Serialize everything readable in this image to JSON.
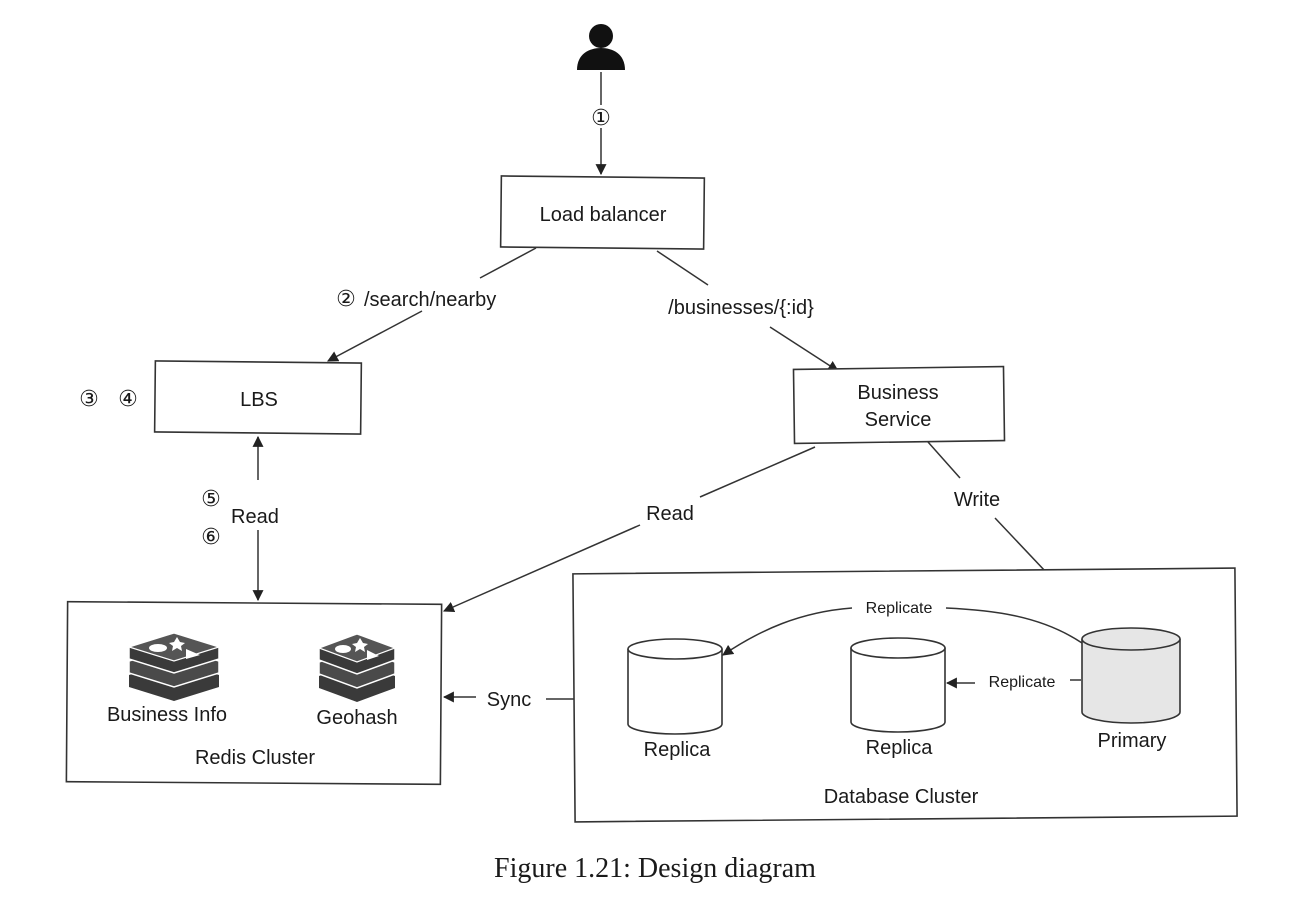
{
  "step_markers": {
    "one": "①",
    "two": "②",
    "three": "③",
    "four": "④",
    "five": "⑤",
    "six": "⑥"
  },
  "nodes": {
    "user": "",
    "load_balancer": "Load balancer",
    "lbs": "LBS",
    "business_service_line1": "Business",
    "business_service_line2": "Service",
    "business_info": "Business Info",
    "geohash": "Geohash",
    "redis_cluster": "Redis Cluster",
    "database_cluster": "Database Cluster",
    "replica_left": "Replica",
    "replica_middle": "Replica",
    "primary": "Primary"
  },
  "edges": {
    "search_nearby": "/search/nearby",
    "businesses_id": "/businesses/{:id}",
    "lbs_read": "Read",
    "bs_read": "Read",
    "bs_write": "Write",
    "replicate_top": "Replicate",
    "replicate_mid": "Replicate",
    "sync": "Sync"
  },
  "caption": "Figure 1.21: Design diagram",
  "icons": {
    "user": "user-icon",
    "redis": "redis-icon",
    "database": "database-cylinder-icon"
  },
  "colors": {
    "line": "#333333",
    "redis_stack": "#3a3a3a",
    "primary_fill": "#e6e6e6"
  }
}
